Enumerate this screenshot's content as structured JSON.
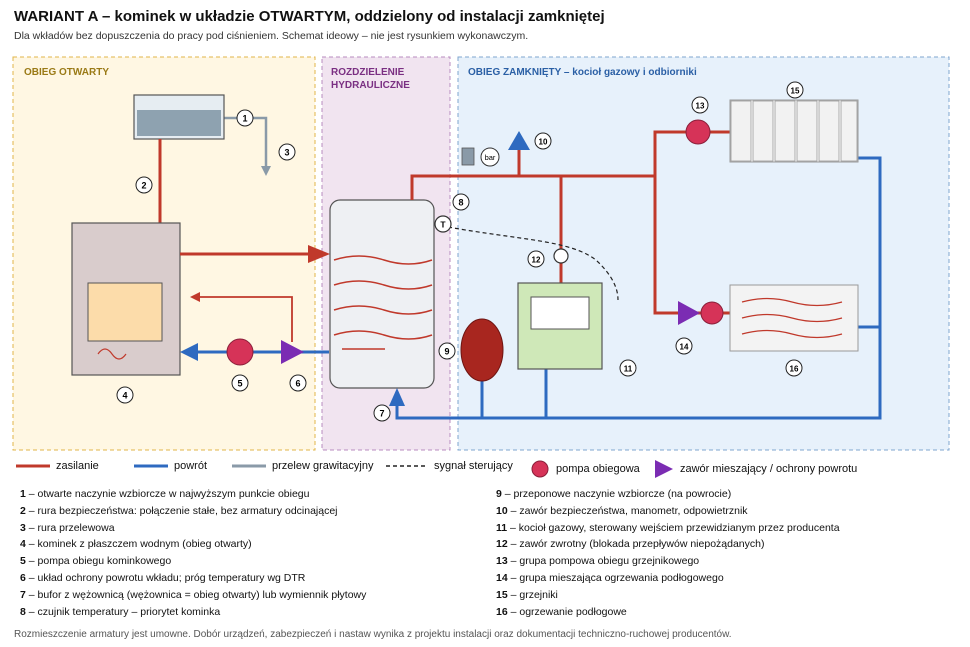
{
  "title": "WARIANT A – kominek w układzie OTWARTYM, oddzielony od instalacji zamkniętej",
  "subtitle": "Dla wkładów bez dopuszczenia do pracy pod ciśnieniem. Schemat ideowy – nie jest rysunkiem wykonawczym.",
  "zones": {
    "open": "OBIEG OTWARTY",
    "hydraulic_line1": "ROZDZIELENIE",
    "hydraulic_line2": "HYDRAULICZNE",
    "closed": "OBIEG ZAMKNIĘTY – kocioł gazowy i odbiorniki"
  },
  "labels": {
    "bar": "bar",
    "t": "T"
  },
  "markers": [
    "1",
    "2",
    "3",
    "4",
    "5",
    "6",
    "7",
    "8",
    "9",
    "10",
    "11",
    "12",
    "13",
    "14",
    "15",
    "16"
  ],
  "colors": {
    "supply": "#c0392b",
    "return": "#2e6ac0",
    "overflow": "#8a9aa8",
    "pump": "#d63358",
    "valve": "#7b2cb3",
    "zone_open": "#fff7e3",
    "zone_hydraulic": "#f1e4f0",
    "zone_closed": "#e7f1fb"
  },
  "legend": {
    "supply": "zasilanie",
    "return": "powrót",
    "overflow": "przelew grawitacyjny",
    "signal": "sygnał sterujący",
    "pump": "pompa obiegowa",
    "valve": "zawór mieszający / ochrony powrotu"
  },
  "descriptions_left": [
    {
      "num": "1",
      "text": " – otwarte naczynie wzbiorcze w najwyższym punkcie obiegu"
    },
    {
      "num": "2",
      "text": " – rura bezpieczeństwa: połączenie stałe, bez armatury odcinającej"
    },
    {
      "num": "3",
      "text": " – rura przelewowa"
    },
    {
      "num": "4",
      "text": " – kominek z płaszczem wodnym (obieg otwarty)"
    },
    {
      "num": "5",
      "text": " – pompa obiegu kominkowego"
    },
    {
      "num": "6",
      "text": " – układ ochrony powrotu wkładu; próg temperatury wg DTR"
    },
    {
      "num": "7",
      "text": " – bufor z wężownicą (wężownica = obieg otwarty) lub wymiennik płytowy"
    },
    {
      "num": "8",
      "text": " – czujnik temperatury – priorytet kominka"
    }
  ],
  "descriptions_right": [
    {
      "num": "9",
      "text": " – przeponowe naczynie wzbiorcze (na powrocie)"
    },
    {
      "num": "10",
      "text": " – zawór bezpieczeństwa, manometr, odpowietrznik"
    },
    {
      "num": "11",
      "text": " – kocioł gazowy, sterowany wejściem przewidzianym przez producenta"
    },
    {
      "num": "12",
      "text": " – zawór zwrotny (blokada przepływów niepożądanych)"
    },
    {
      "num": "13",
      "text": " – grupa pompowa obiegu grzejnikowego"
    },
    {
      "num": "14",
      "text": " – grupa mieszająca ogrzewania podłogowego"
    },
    {
      "num": "15",
      "text": " – grzejniki"
    },
    {
      "num": "16",
      "text": " – ogrzewanie podłogowe"
    }
  ],
  "footer": "Rozmieszczenie armatury jest umowne. Dobór urządzeń, zabezpieczeń i nastaw wynika z projektu instalacji oraz dokumentacji techniczno-ruchowej producentów."
}
